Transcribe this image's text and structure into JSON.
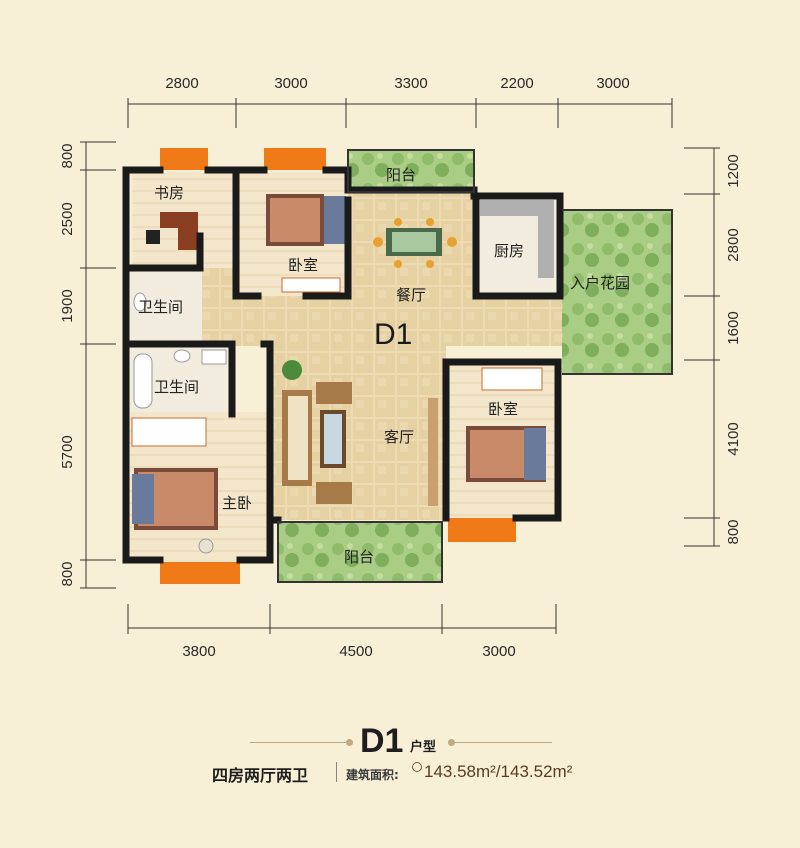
{
  "dimensions": {
    "top": [
      "2800",
      "3000",
      "3300",
      "2200",
      "3000"
    ],
    "bottom": [
      "3800",
      "4500",
      "3000"
    ],
    "left": [
      "800",
      "2500",
      "1900",
      "5700",
      "800"
    ],
    "right": [
      "1200",
      "2800",
      "1600",
      "4100",
      "800"
    ]
  },
  "rooms": {
    "study": "书房",
    "bedroom_north": "卧室",
    "balcony_north": "阳台",
    "dining": "餐厅",
    "kitchen": "厨房",
    "entry_garden": "入户花园",
    "bath_1": "卫生间",
    "bath_2": "卫生间",
    "living": "客厅",
    "bedroom_east": "卧室",
    "master_bedroom": "主卧",
    "balcony_south": "阳台"
  },
  "plan_label": "D1",
  "footer": {
    "type_code": "D1",
    "type_suffix": "户型",
    "layout": "四房两厅两卫",
    "area_label": "建筑面积:",
    "area_value": "143.58m²/143.52m²"
  },
  "colors": {
    "background": "#f7f0d6",
    "wall": "#1a1a1a",
    "window": "#f07a18",
    "floor_tile": "#e9d8b0",
    "balcony_green": "#9cc27a",
    "room_floor": "#f4ead2"
  }
}
